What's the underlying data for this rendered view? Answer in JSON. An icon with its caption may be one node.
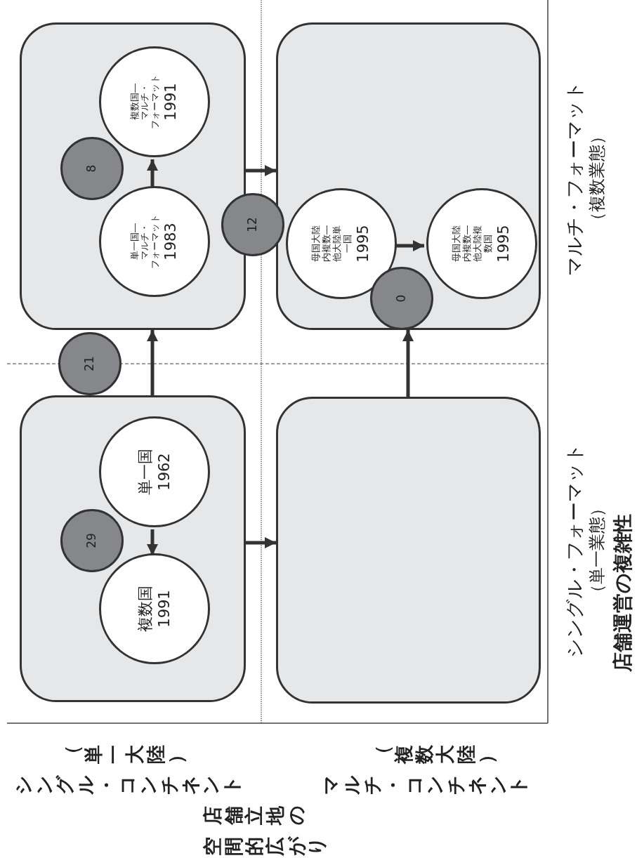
{
  "diagram": {
    "nodes": [
      {
        "text": [],
        "shape": "box"
      },
      {
        "text": [
          "単一国",
          "1962"
        ],
        "in": 0
      },
      {
        "text": [
          "複数国",
          "1991"
        ],
        "in": 0
      },
      {
        "text": [
          "29"
        ],
        "in": 0
      },
      {
        "text": [],
        "shape": "box"
      },
      {
        "text": [
          "単一国―マルチ・フォーマット",
          "1983"
        ],
        "in": 4
      },
      {
        "text": [
          "複数国―マルチ・フォーマット",
          "1991"
        ],
        "in": 4
      },
      {
        "text": [
          "8"
        ],
        "in": 4
      },
      {
        "text": [],
        "shape": "box"
      },
      {
        "text": [],
        "shape": "box"
      },
      {
        "text": [
          "母国大陸内複数―他大陸単一国",
          "1995"
        ],
        "in": 9
      },
      {
        "text": [
          "母国大陸内複数―他大陸複数国",
          "1995"
        ],
        "in": 9
      },
      {
        "text": [
          "21"
        ]
      },
      {
        "text": [
          "12"
        ]
      },
      {
        "text": [
          "0"
        ],
        "in": 9
      }
    ],
    "edges": [
      {
        "from": 1,
        "to": 2,
        "arrow": "to"
      },
      {
        "from": 5,
        "to": 6,
        "arrow": "to"
      },
      {
        "from": 10,
        "to": 11,
        "arrow": "to"
      },
      {
        "from": 0,
        "to": 4,
        "arrow": "to"
      },
      {
        "from": 0,
        "to": 8,
        "arrow": "to"
      },
      {
        "from": 4,
        "to": 9,
        "arrow": "to"
      },
      {
        "from": 8,
        "to": 9,
        "arrow": "to"
      }
    ],
    "labels": [
      "シングル・コンチネント",
      "（単一大陸）",
      "マルチ・コンチネント",
      "（複数大陸）",
      "店舗立地の空間的広がり",
      "シングル・フォーマット",
      "（単一業態）",
      "マルチ・フォーマット",
      "（複数業態）",
      "店舗運営の複雑性"
    ]
  }
}
